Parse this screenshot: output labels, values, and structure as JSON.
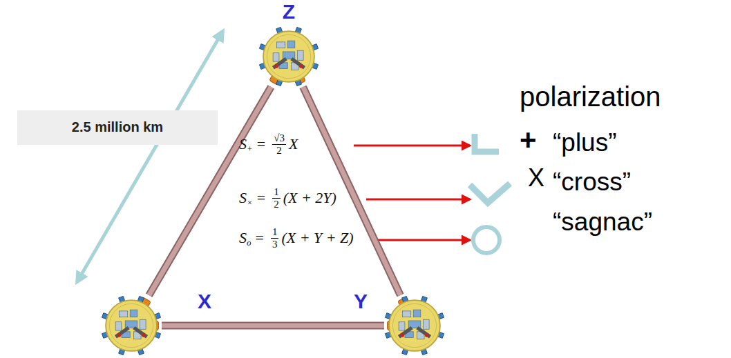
{
  "diagram": {
    "nodes": [
      {
        "text": [
          "Z"
        ]
      },
      {
        "text": [
          "2.5 million km"
        ]
      },
      {
        "text": [
          "X"
        ]
      },
      {
        "text": [
          "Y"
        ]
      }
    ],
    "edges": [
      {
        "from": 0,
        "to": 2,
        "arrow": "none"
      },
      {
        "from": 0,
        "to": 3,
        "arrow": "none"
      },
      {
        "from": 2,
        "to": 3,
        "arrow": "none"
      }
    ],
    "labels": [
      "S",
      "+",
      "=",
      "√3",
      "2",
      "X",
      "S",
      "×",
      "=",
      "1",
      "2",
      "(X + 2Y)",
      "S",
      "o",
      "=",
      "1",
      "3",
      "(X + Y + Z)",
      "polarization",
      "+",
      "“plus”",
      "X",
      "“cross”",
      "“sagnac”"
    ]
  }
}
